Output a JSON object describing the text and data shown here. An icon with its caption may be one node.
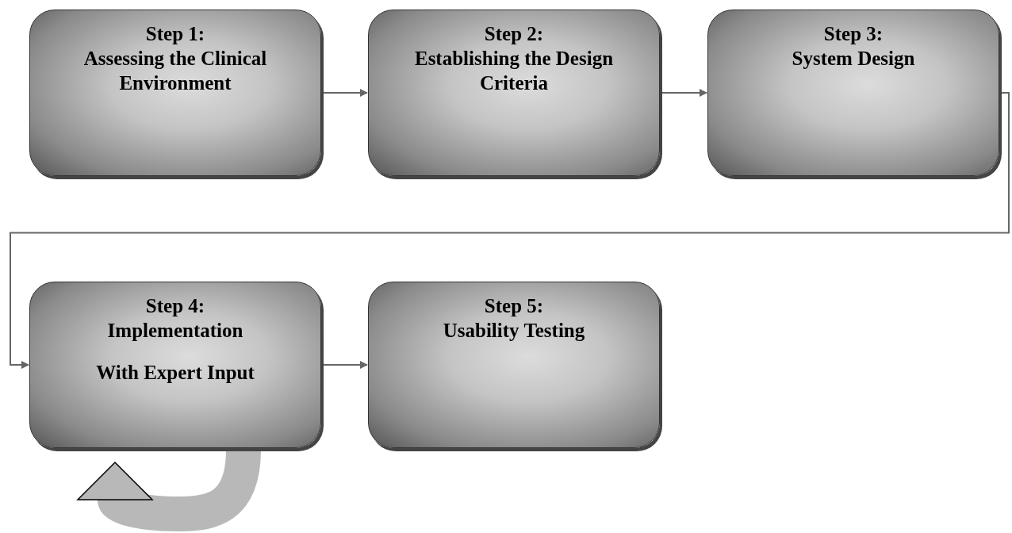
{
  "diagram": {
    "nodes": [
      {
        "text": [
          "Step 1:",
          "Assessing the Clinical Environment"
        ]
      },
      {
        "text": [
          "Step 2:",
          "Establishing the Design Criteria"
        ]
      },
      {
        "text": [
          "Step 3:",
          "System Design"
        ]
      },
      {
        "text": [
          "Step 4:",
          "Implementation",
          "With Expert Input"
        ]
      },
      {
        "text": [
          "Step 5:",
          "Usability Testing"
        ]
      }
    ],
    "edges": [
      {
        "from": 0,
        "to": 1,
        "arrow": "to"
      },
      {
        "from": 1,
        "to": 2,
        "arrow": "to"
      },
      {
        "from": 2,
        "to": 3,
        "arrow": "to"
      },
      {
        "from": 3,
        "to": 4,
        "arrow": "to"
      },
      {
        "from": 3,
        "to": 3,
        "arrow": "to",
        "style": "thick",
        "color": "#b8b8b8"
      }
    ]
  }
}
